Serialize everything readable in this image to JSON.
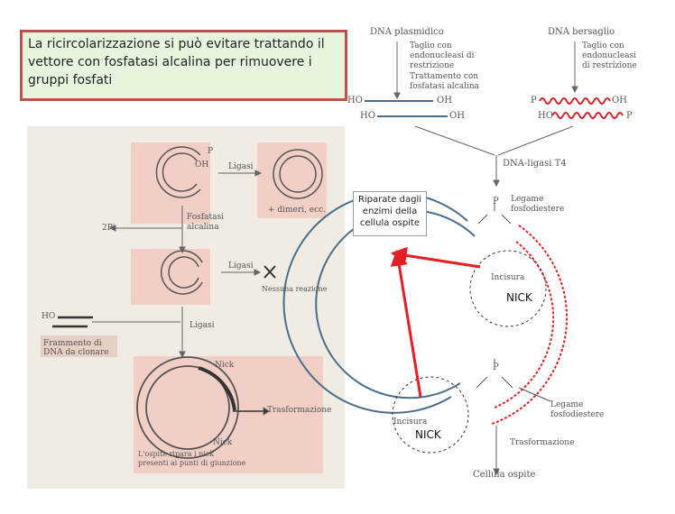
{
  "callout": {
    "text": "La ricircolarizzazione si può evitare trattando il vettore con fosfatasi alcalina per rimuovere i gruppi fosfati"
  },
  "book_figure": {
    "p_label": "P",
    "oh_label": "OH",
    "ligasi_1": "Ligasi",
    "dimeri": "+ dimeri, ecc.",
    "fosfatasi": "Fosfatasi alcalina",
    "two_pi": "2Pi",
    "ligasi_2": "Ligasi",
    "nessuna_reazione": "Nessuna reazione",
    "frammento": "Frammento di DNA da clonare",
    "ho_label": "HO",
    "ligasi_3": "Ligasi",
    "nick_1": "Nick",
    "nick_2": "Nick",
    "trasformazione": "Trasformazione",
    "bottom_caption": "L'ospite ripara i nick presenti ai punti di giunzione"
  },
  "right_figure": {
    "dna_plasmidico": "DNA plasmidico",
    "dna_bersaglio": "DNA bersaglio",
    "taglio_1": "Taglio con endonucleasi di restrizione",
    "taglio_2": "Taglio con endonucleasi di restrizione",
    "trattamento": "Trattamento con fosfatasi alcalina",
    "ho": "HO",
    "oh": "OH",
    "p": "P",
    "dna_ligasi": "DNA-ligasi T4",
    "legame_1": "Legame fosfodiestere",
    "legame_2": "Legame fosfodiestere",
    "incisura_1": "Incisura",
    "incisura_2": "Incisura",
    "trasformazione": "Trasformazione",
    "cellula_ospite": "Cellula ospite"
  },
  "annotations": {
    "riparate": "Riparate dagli enzimi della cellula ospite",
    "nick_upper": "NICK",
    "nick_lower": "NICK"
  },
  "colors": {
    "callout_border": "#c0504d",
    "callout_bg": "#e6f6de",
    "red_strand": "#d8262c",
    "blue_strand": "#4a6f8a",
    "arrow_red": "#e31e24",
    "panel_pink": "#f2cfc6"
  }
}
